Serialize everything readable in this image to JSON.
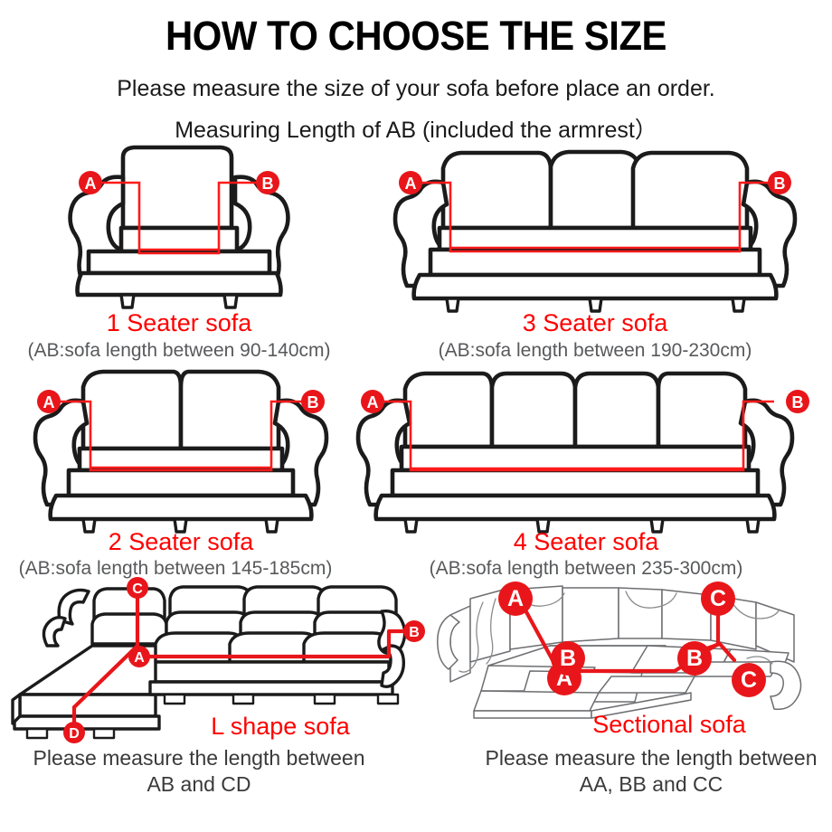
{
  "header": {
    "title": "HOW TO CHOOSE THE SIZE",
    "line1": "Please measure the size of your sofa before place an order.",
    "line2": "Measuring Length of AB (included the armrest）"
  },
  "colors": {
    "accent_red": "#ff0000",
    "badge_red": "#e8161a",
    "outline_black": "#1b1b1b",
    "note_gray": "#58595b",
    "background": "#ffffff"
  },
  "figures": [
    {
      "id": "one-seater",
      "name": "1 Seater sofa",
      "note": "(AB:sofa length between 90-140cm)",
      "seats": 1,
      "markers": [
        "A",
        "B"
      ],
      "measure": "AB",
      "min_cm": 90,
      "max_cm": 140
    },
    {
      "id": "three-seater",
      "name": "3 Seater sofa",
      "note": "(AB:sofa length between 190-230cm)",
      "seats": 3,
      "markers": [
        "A",
        "B"
      ],
      "measure": "AB",
      "min_cm": 190,
      "max_cm": 230
    },
    {
      "id": "two-seater",
      "name": "2 Seater sofa",
      "note": "(AB:sofa length between 145-185cm)",
      "seats": 2,
      "markers": [
        "A",
        "B"
      ],
      "measure": "AB",
      "min_cm": 145,
      "max_cm": 185
    },
    {
      "id": "four-seater",
      "name": "4 Seater sofa",
      "note": "(AB:sofa length between 235-300cm)",
      "seats": 4,
      "markers": [
        "A",
        "B"
      ],
      "measure": "AB",
      "min_cm": 235,
      "max_cm": 300
    },
    {
      "id": "l-shape",
      "name": "L shape sofa",
      "note": "Please measure the length between AB and CD",
      "markers": [
        "A",
        "B",
        "C",
        "D"
      ],
      "measure": "AB and CD"
    },
    {
      "id": "sectional",
      "name": "Sectional sofa",
      "note": "Please measure the length between AA, BB and CC",
      "markers": [
        "A",
        "A",
        "B",
        "B",
        "C",
        "C"
      ],
      "measure": "AA, BB and CC"
    }
  ],
  "markers": {
    "a": "A",
    "b": "B",
    "c": "C",
    "d": "D"
  }
}
